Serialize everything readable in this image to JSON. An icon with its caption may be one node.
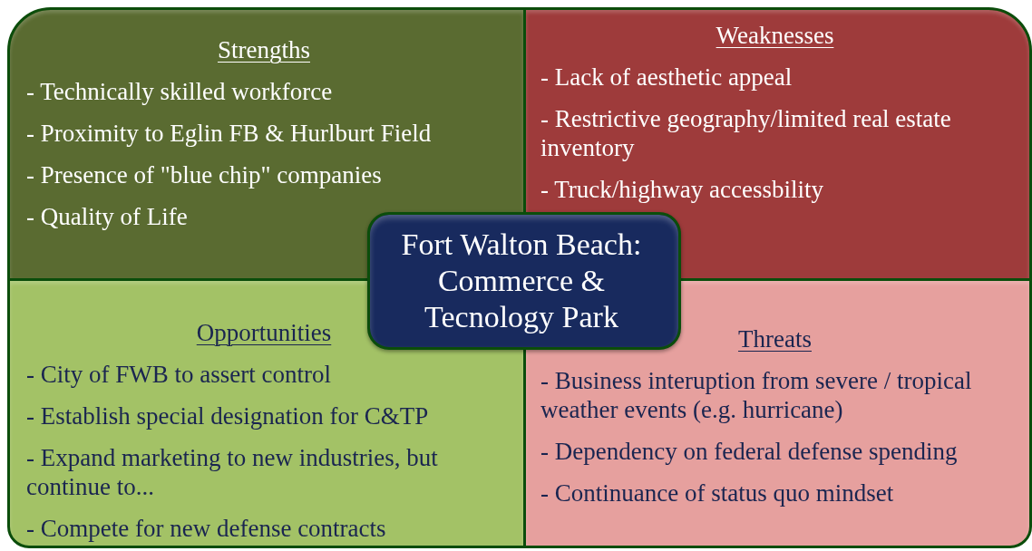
{
  "diagram": {
    "nodes": [
      {
        "text": [
          "Strengths",
          "- Technically skilled workforce",
          "- Proximity to Eglin FB & Hurlburt Field",
          "- Presence of \"blue chip\" companies",
          "- Quality of Life"
        ]
      },
      {
        "text": [
          "Weaknesses",
          "- Lack of aesthetic appeal",
          "- Restrictive geography/limited real estate inventory",
          "- Truck/highway accessbility"
        ]
      },
      {
        "text": [
          "Opportunities",
          "- City of FWB to assert control",
          "- Establish special designation for C&TP",
          "- Expand marketing to new industries, but continue to...",
          "- Compete for new defense contracts"
        ]
      },
      {
        "text": [
          "Threats",
          "- Business interuption from severe / tropical weather events (e.g. hurricane)",
          "- Dependency on federal defense spending",
          "- Continuance of status quo mindset"
        ]
      },
      {
        "text": [
          "Fort Walton Beach: Commerce & Tecnology Park"
        ]
      }
    ]
  }
}
